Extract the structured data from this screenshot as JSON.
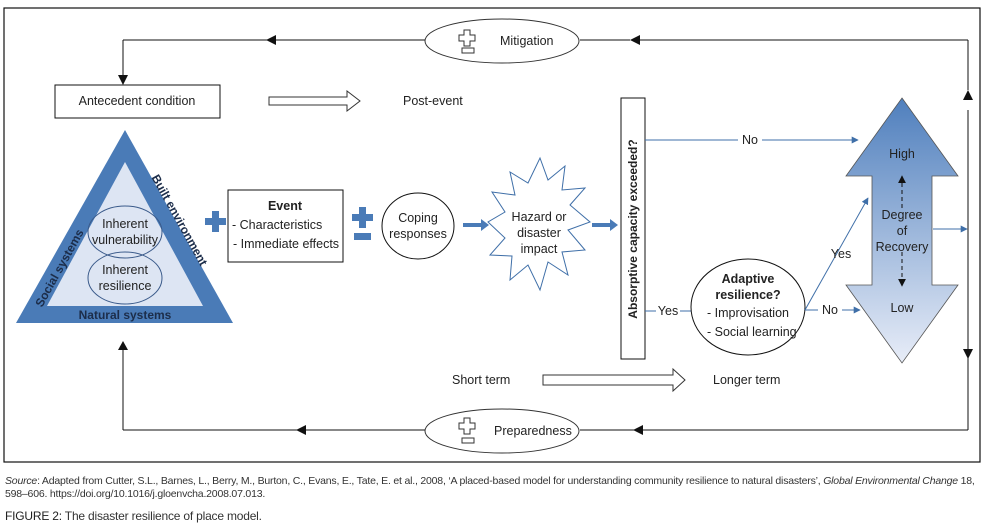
{
  "diagram": {
    "title": "The disaster resilience of place model",
    "nodes": {
      "antecedent": "Antecedent condition",
      "post_event": "Post-event",
      "mitigation": "Mitigation",
      "preparedness": "Preparedness",
      "triangle": {
        "left_side": "Social systems",
        "right_side": "Built environment",
        "bottom_side": "Natural systems",
        "inner_top": [
          "Inherent",
          "vulnerability"
        ],
        "inner_bottom": [
          "Inherent",
          "resilience"
        ]
      },
      "event": {
        "title": "Event",
        "items": [
          "- Characteristics",
          "- Immediate effects"
        ]
      },
      "coping": [
        "Coping",
        "responses"
      ],
      "hazard": [
        "Hazard or",
        "disaster",
        "impact"
      ],
      "absorptive": "Absorptive capacity exceeded?",
      "adaptive": {
        "title": [
          "Adaptive",
          "resilience?"
        ],
        "items": [
          "- Improvisation",
          "- Social learning"
        ]
      },
      "recovery": {
        "high": "High",
        "low": "Low",
        "center": [
          "Degree",
          "of",
          "Recovery"
        ]
      },
      "short_term": "Short term",
      "longer_term": "Longer term"
    },
    "edge_labels": {
      "no_top": "No",
      "yes_left": "Yes",
      "yes_diag": "Yes",
      "no_bottom": "No"
    },
    "colors": {
      "blue": "#4a7bb7",
      "light_blue": "#dde5f3",
      "line": "#1a1a1a",
      "arrow_blue": "#3f6fa8"
    }
  },
  "caption": {
    "source_label": "Source",
    "source_text": ": Adapted from Cutter, S.L., Barnes, L., Berry, M., Burton, C., Evans, E., Tate, E. et al., 2008, ‘A placed-based model for understanding community resilience to natural disasters’, ",
    "journal": "Global Environmental Change",
    "source_tail": " 18, 598–606. https://doi.org/10.1016/j.gloenvcha.2008.07.013.",
    "figure_label": "FIGURE 2:",
    "figure_text": " The disaster resilience of place model."
  }
}
